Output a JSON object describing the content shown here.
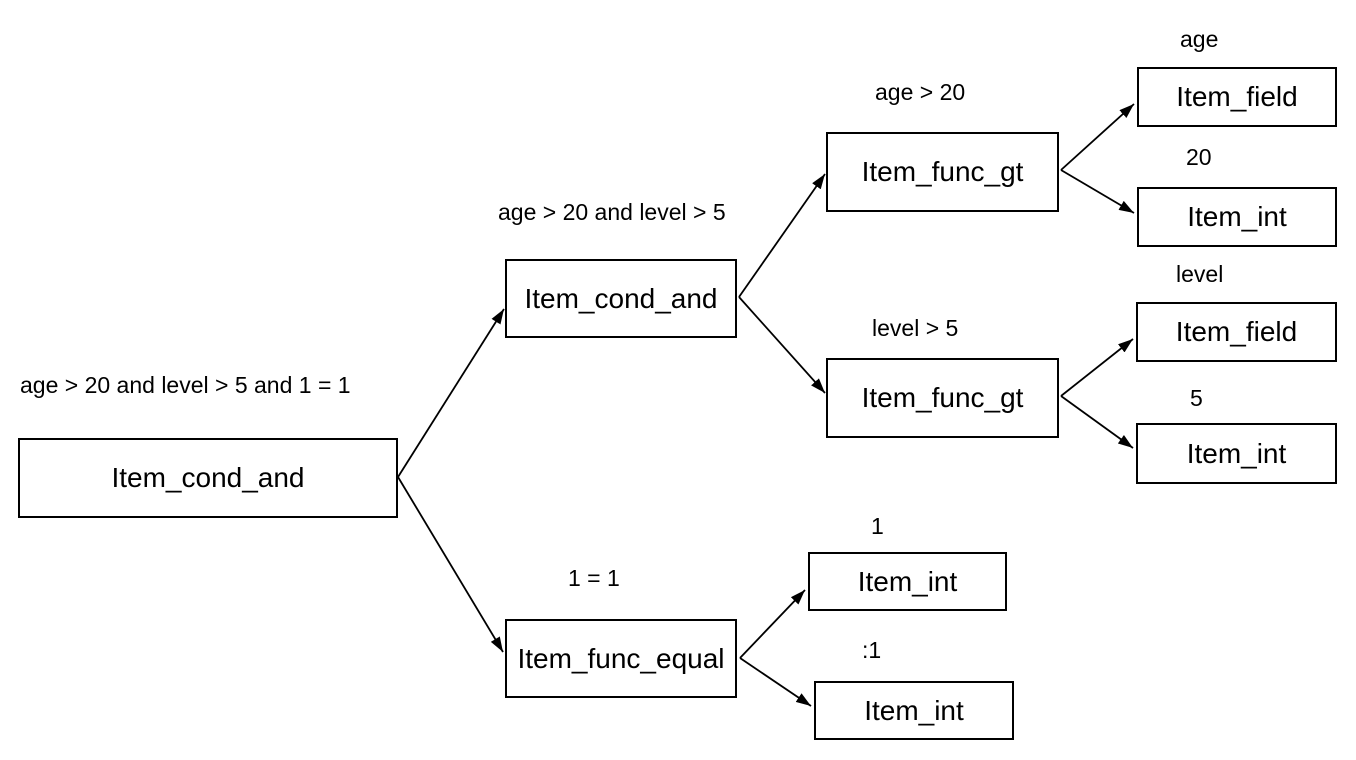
{
  "diagram": {
    "description": "Expression parse tree",
    "expression": "age > 20 and level > 5 and 1 = 1",
    "colors": {
      "background": "#ffffff",
      "node_border": "#000000",
      "edge": "#000000",
      "text": "#000000"
    },
    "nodes": [
      {
        "id": "root",
        "label": "Item_cond_and",
        "annotation": "age > 20 and level > 5 and 1 = 1"
      },
      {
        "id": "cond-and-2",
        "label": "Item_cond_and",
        "annotation": "age > 20 and level > 5"
      },
      {
        "id": "func-gt-age",
        "label": "Item_func_gt",
        "annotation": "age > 20"
      },
      {
        "id": "field-age",
        "label": "Item_field",
        "annotation": "age"
      },
      {
        "id": "int-20",
        "label": "Item_int",
        "annotation": "20"
      },
      {
        "id": "func-gt-level",
        "label": "Item_func_gt",
        "annotation": "level > 5"
      },
      {
        "id": "field-level",
        "label": "Item_field",
        "annotation": "level"
      },
      {
        "id": "int-5",
        "label": "Item_int",
        "annotation": "5"
      },
      {
        "id": "func-equal",
        "label": "Item_func_equal",
        "annotation": "1 = 1"
      },
      {
        "id": "int-1-upper",
        "label": "Item_int",
        "annotation": "1"
      },
      {
        "id": "int-1-lower",
        "label": "Item_int",
        "annotation": ":1"
      }
    ],
    "edges": [
      {
        "from": "root",
        "to": "cond-and-2"
      },
      {
        "from": "root",
        "to": "func-equal"
      },
      {
        "from": "cond-and-2",
        "to": "func-gt-age"
      },
      {
        "from": "cond-and-2",
        "to": "func-gt-level"
      },
      {
        "from": "func-gt-age",
        "to": "field-age"
      },
      {
        "from": "func-gt-age",
        "to": "int-20"
      },
      {
        "from": "func-gt-level",
        "to": "field-level"
      },
      {
        "from": "func-gt-level",
        "to": "int-5"
      },
      {
        "from": "func-equal",
        "to": "int-1-upper"
      },
      {
        "from": "func-equal",
        "to": "int-1-lower"
      }
    ]
  }
}
